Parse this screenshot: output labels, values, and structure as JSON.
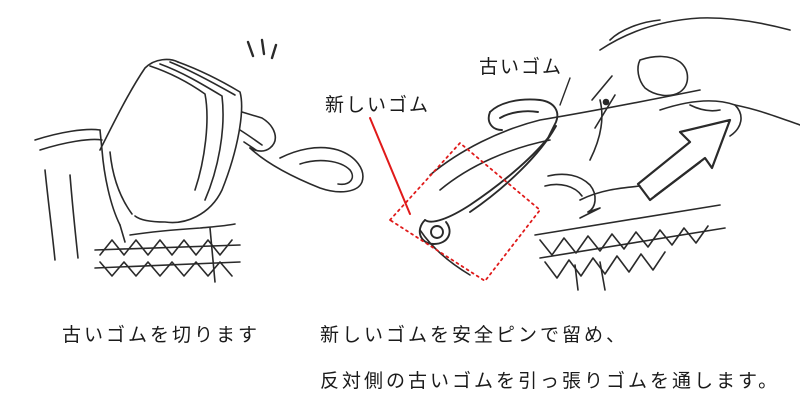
{
  "labels": {
    "old_rubber_top": "古いゴム",
    "new_rubber": "新しいゴム"
  },
  "captions": {
    "step1": "古いゴムを切ります",
    "step2_line1": "新しいゴムを安全ピンで留め、",
    "step2_line2": "反対側の古いゴムを引っ張りゴムを通します。"
  },
  "colors": {
    "ink": "#2a2a2a",
    "highlight": "#e01a1a"
  }
}
